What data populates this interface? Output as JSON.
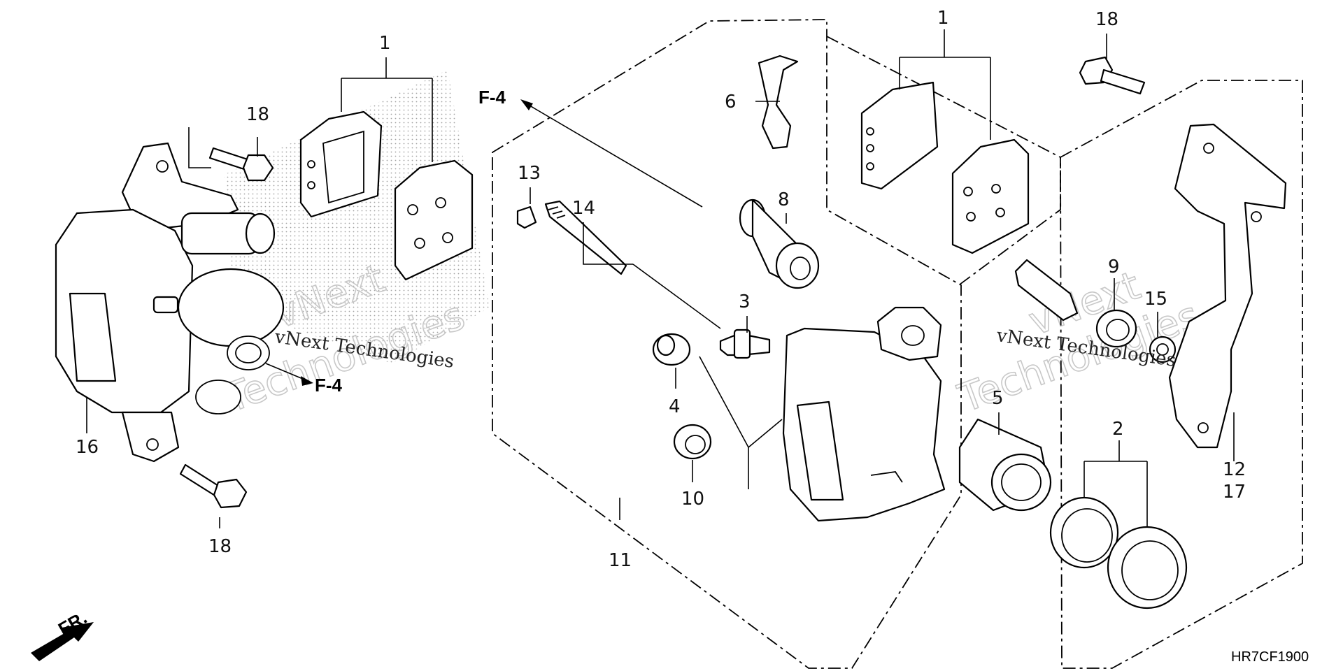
{
  "diagram": {
    "diagram_code": "HR7CF1900",
    "front_marker": "FR.",
    "references": [
      "F-4",
      "F-4"
    ],
    "watermark": {
      "small_left": "vNext Technologies",
      "small_right": "vNext Technologies",
      "big": [
        "vNext",
        "Technologies",
        "vNext",
        "Technologies"
      ]
    },
    "callouts": [
      {
        "label": "1",
        "id": "c1a"
      },
      {
        "label": "18",
        "id": "c18a"
      },
      {
        "label": "16",
        "id": "c16"
      },
      {
        "label": "18",
        "id": "c18b"
      },
      {
        "label": "13",
        "id": "c13"
      },
      {
        "label": "14",
        "id": "c14"
      },
      {
        "label": "6",
        "id": "c6"
      },
      {
        "label": "8",
        "id": "c8"
      },
      {
        "label": "3",
        "id": "c3"
      },
      {
        "label": "4",
        "id": "c4"
      },
      {
        "label": "10",
        "id": "c10"
      },
      {
        "label": "11",
        "id": "c11"
      },
      {
        "label": "1",
        "id": "c1b"
      },
      {
        "label": "18",
        "id": "c18c"
      },
      {
        "label": "9",
        "id": "c9"
      },
      {
        "label": "15",
        "id": "c15"
      },
      {
        "label": "5",
        "id": "c5"
      },
      {
        "label": "2",
        "id": "c2"
      },
      {
        "label": "12",
        "id": "c12"
      },
      {
        "label": "17",
        "id": "c17"
      }
    ]
  }
}
